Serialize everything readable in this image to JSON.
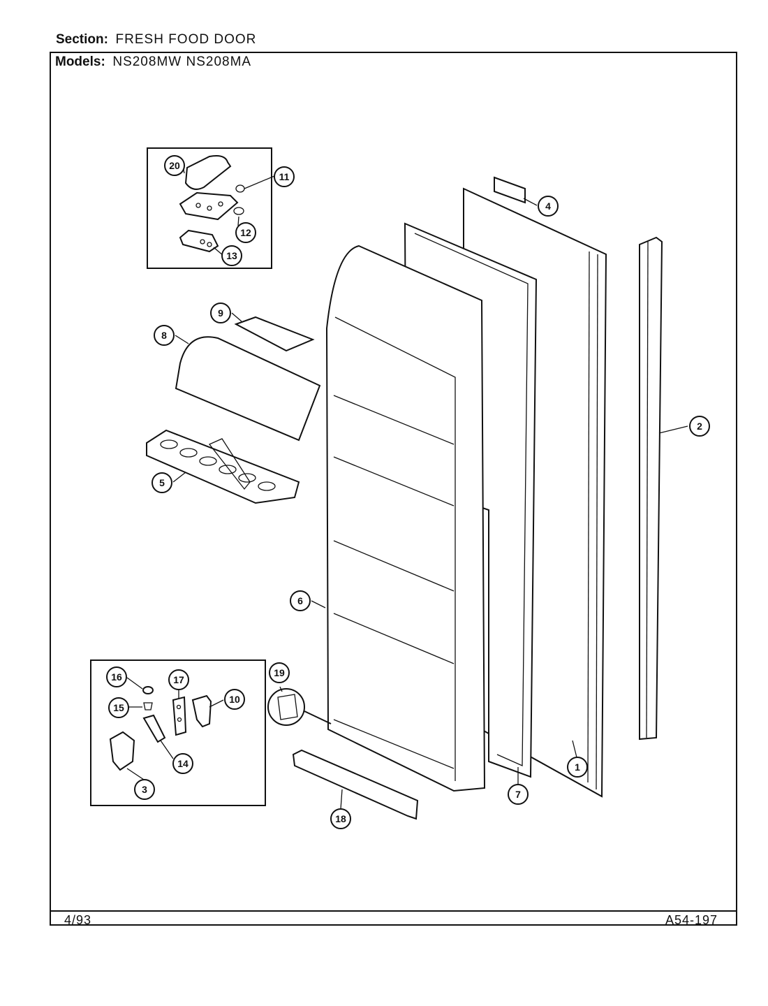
{
  "header": {
    "section_label": "Section:",
    "section_value": "FRESH FOOD DOOR",
    "models_label": "Models:",
    "models_value": "NS208MW NS208MA"
  },
  "footer": {
    "date": "4/93",
    "code": "A54-197"
  },
  "callouts": [
    {
      "id": "c20",
      "label": "20"
    },
    {
      "id": "c11",
      "label": "11"
    },
    {
      "id": "c12",
      "label": "12"
    },
    {
      "id": "c13",
      "label": "13"
    },
    {
      "id": "c4",
      "label": "4"
    },
    {
      "id": "c9",
      "label": "9"
    },
    {
      "id": "c8",
      "label": "8"
    },
    {
      "id": "c5",
      "label": "5"
    },
    {
      "id": "c2",
      "label": "2"
    },
    {
      "id": "c6",
      "label": "6"
    },
    {
      "id": "c16",
      "label": "16"
    },
    {
      "id": "c17",
      "label": "17"
    },
    {
      "id": "c10",
      "label": "10"
    },
    {
      "id": "c15",
      "label": "15"
    },
    {
      "id": "c14",
      "label": "14"
    },
    {
      "id": "c3",
      "label": "3"
    },
    {
      "id": "c19",
      "label": "19"
    },
    {
      "id": "c1",
      "label": "1"
    },
    {
      "id": "c7",
      "label": "7"
    },
    {
      "id": "c18",
      "label": "18"
    }
  ]
}
